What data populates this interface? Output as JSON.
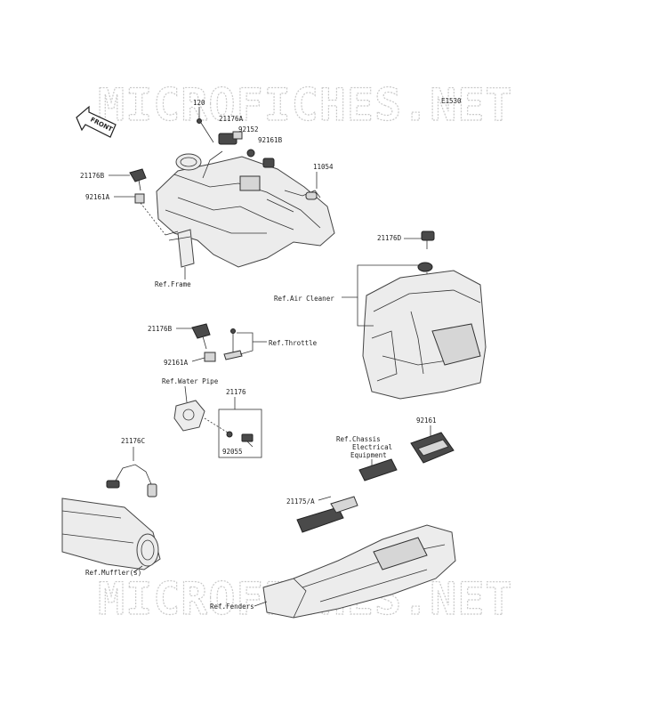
{
  "watermark": "MICROFICHES.NET",
  "diagram_code": "E1530",
  "front_label": "FRONT",
  "part_labels": {
    "p120": "120",
    "p21176A": "21176A",
    "p92152": "92152",
    "p92161B": "92161B",
    "p11054": "11054",
    "p21176B_top": "21176B",
    "p92161A_top": "92161A",
    "p21176D": "21176D",
    "p21176B_mid": "21176B",
    "p92161A_mid": "92161A",
    "p21176": "21176",
    "p92055": "92055",
    "p92161": "92161",
    "p21176C": "21176C",
    "p21175A": "21175/A"
  },
  "reference_labels": {
    "frame": "Ref.Frame",
    "air_cleaner": "Ref.Air Cleaner",
    "throttle": "Ref.Throttle",
    "water_pipe": "Ref.Water Pipe",
    "chassis_line1": "Ref.Chassis",
    "chassis_line2": "Electrical",
    "chassis_line3": "Equipment",
    "muffler": "Ref.Muffler(s)",
    "fenders": "Ref.Fenders"
  },
  "icons": [
    "front-arrow-icon"
  ]
}
